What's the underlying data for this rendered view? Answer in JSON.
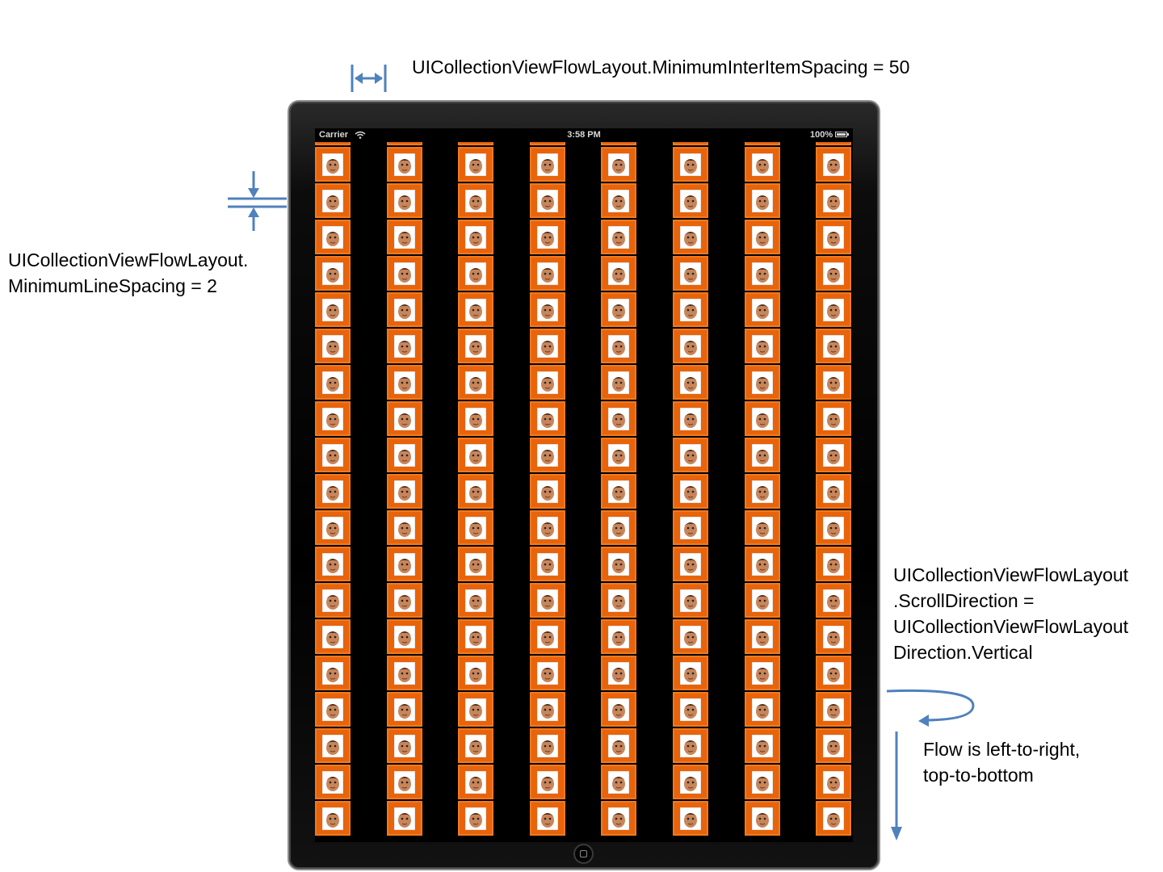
{
  "annotations": {
    "inter_item_spacing": "UICollectionViewFlowLayout.MinimumInterItemSpacing = 50",
    "line_spacing": [
      "UICollectionViewFlowLayout.",
      "MinimumLineSpacing = 2"
    ],
    "scroll_direction": [
      "UICollectionViewFlowLayout",
      ".ScrollDirection =",
      "UICollectionViewFlowLayout",
      "Direction.Vertical"
    ],
    "flow": [
      "Flow is left-to-right,",
      "top-to-bottom"
    ]
  },
  "status_bar": {
    "carrier": "Carrier",
    "time": "3:58 PM",
    "battery": "100%"
  },
  "collection": {
    "columns": 8,
    "rows": 20,
    "cell_icon": "monkey-face-icon",
    "cell_color": "#e8630a"
  },
  "colors": {
    "annotation_arrow": "#4f81bd",
    "screen_background": "#000000"
  }
}
